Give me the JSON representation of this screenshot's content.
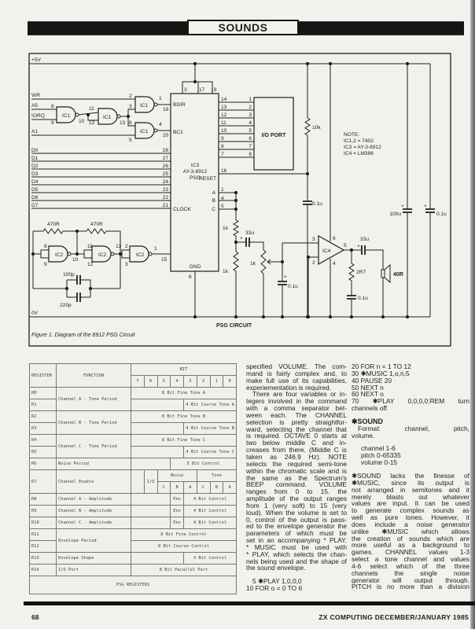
{
  "header": {
    "section": "SOUNDS"
  },
  "circuit": {
    "supply": "+5V",
    "ground": "0V",
    "title": "PSG CIRCUIT",
    "caption": "Figure 1. Diagram of the 8912 PSG Circuit",
    "inputs": [
      "WR",
      "A5",
      "IORQ",
      "A1"
    ],
    "data_bus": [
      "D0",
      "D1",
      "D2",
      "D3",
      "D4",
      "D5",
      "D6",
      "D7"
    ],
    "data_pins": [
      "28",
      "27",
      "26",
      "25",
      "24",
      "23",
      "22",
      "21"
    ],
    "ic3": {
      "name": "IC3",
      "part": "AY-3-8912",
      "type": "PSG",
      "bdir": "BDIR",
      "bc1": "BC1",
      "reset": "RESET",
      "clock": "CLOCK",
      "gnd": "GND",
      "a": "A",
      "b": "B",
      "c": "C"
    },
    "ic3_top_pins": [
      "3",
      "17",
      "19"
    ],
    "ic3_right_pins": [
      "14",
      "13",
      "12",
      "11",
      "10",
      "9",
      "8",
      "7"
    ],
    "ic3_other_pins": {
      "bdir": "18",
      "bc1": "20",
      "reset": "16",
      "a": "1",
      "b": "4",
      "c": "5",
      "gnd": "6",
      "clock": "15"
    },
    "io_port": "I/O PORT",
    "io_pins": [
      "1",
      "2",
      "3",
      "4",
      "5",
      "6",
      "7",
      "8"
    ],
    "ic1": "IC1",
    "ic2": "IC2",
    "ic4": "IC4",
    "ic1_pins": {
      "wr": "2",
      "g3in": "3",
      "g3out": "1",
      "a5": "8",
      "iorq": "9",
      "g1out": "10",
      "g2a": "11",
      "g2b": "12",
      "g2out": "13",
      "g4a": "6",
      "a1": "5",
      "g4out": "4"
    },
    "ic2_pins": {
      "p8": "8",
      "p9": "9",
      "p10": "10",
      "p11": "11",
      "p12": "12",
      "p13": "13",
      "p2": "2",
      "p3": "3",
      "p1": "1"
    },
    "ic4_pins": {
      "in_pos": "3",
      "in_neg": "2",
      "vcc": "6",
      "gnd": "4",
      "out": "5"
    },
    "components": {
      "r10k": "10k",
      "c01": "0.1u",
      "r470": "470R",
      "c100p": "100p",
      "c220p": "220p",
      "r1k": "1k",
      "c33u": "33u",
      "r2r7": "2R7",
      "c100u": "100u",
      "speaker": "40R",
      "plus": "+"
    },
    "note": [
      "NOTE:",
      "IC1,2 = 7402",
      "IC3 = AY-3-8912",
      "IC4 = LM386"
    ]
  },
  "table": {
    "headers": {
      "register": "REGISTER",
      "function": "FUNCTION",
      "bit": "BIT"
    },
    "bit_numbers": [
      "7",
      "6",
      "5",
      "4",
      "3",
      "2",
      "1",
      "0"
    ],
    "groups": [
      {
        "function": "Channel A - Tone Period",
        "registers": [
          {
            "reg": "R0",
            "fields": [
              {
                "bits": [
                  7,
                  0
                ],
                "text": "8 Bit Fine Tone A"
              }
            ]
          },
          {
            "reg": "R1",
            "fields": [
              {
                "bits": [
                  7,
                  4
                ],
                "text": ""
              },
              {
                "bits": [
                  3,
                  0
                ],
                "text": "4 Bit Course Tone A"
              }
            ]
          }
        ]
      },
      {
        "function": "Channel B - Tone Period",
        "registers": [
          {
            "reg": "R2",
            "fields": [
              {
                "bits": [
                  7,
                  0
                ],
                "text": "8 Bit Fine Tone B"
              }
            ]
          },
          {
            "reg": "R3",
            "fields": [
              {
                "bits": [
                  7,
                  4
                ],
                "text": ""
              },
              {
                "bits": [
                  3,
                  0
                ],
                "text": "4 Bit Course Tone B"
              }
            ]
          }
        ]
      },
      {
        "function": "Channel C - Tone Period",
        "registers": [
          {
            "reg": "R4",
            "fields": [
              {
                "bits": [
                  7,
                  0
                ],
                "text": "8 Bit Fine Tone C"
              }
            ]
          },
          {
            "reg": "R5",
            "fields": [
              {
                "bits": [
                  7,
                  4
                ],
                "text": ""
              },
              {
                "bits": [
                  3,
                  0
                ],
                "text": "4 Bit Course Tone C"
              }
            ]
          }
        ]
      },
      {
        "function": "Noise Period",
        "registers": [
          {
            "reg": "R6",
            "fields": [
              {
                "bits": [
                  7,
                  5
                ],
                "text": ""
              },
              {
                "bits": [
                  4,
                  0
                ],
                "text": "5 Bit Control"
              }
            ]
          }
        ]
      },
      {
        "function": "Channel Enable",
        "registers": [
          {
            "reg": "R7",
            "fields": [
              {
                "bits": [
                  7,
                  7
                ],
                "text": "",
                "tall": true
              },
              {
                "bits": [
                  6,
                  6
                ],
                "text": "I/O",
                "tall": true
              },
              {
                "bits": [
                  5,
                  3
                ],
                "text": "Noise"
              },
              {
                "bits": [
                  2,
                  0
                ],
                "text": "Tone"
              }
            ],
            "subfields": [
              "C",
              "B",
              "A",
              "C",
              "B",
              "A"
            ]
          }
        ]
      },
      {
        "function": "Channel A - Amplitude",
        "registers": [
          {
            "reg": "R8",
            "fields": [
              {
                "bits": [
                  7,
                  5
                ],
                "text": ""
              },
              {
                "bits": [
                  4,
                  4
                ],
                "text": "Env"
              },
              {
                "bits": [
                  3,
                  0
                ],
                "text": "4 Bit Control"
              }
            ]
          }
        ]
      },
      {
        "function": "Channel B - Amplitude",
        "registers": [
          {
            "reg": "R9",
            "fields": [
              {
                "bits": [
                  7,
                  5
                ],
                "text": ""
              },
              {
                "bits": [
                  4,
                  4
                ],
                "text": "Env"
              },
              {
                "bits": [
                  3,
                  0
                ],
                "text": "4 Bit Control"
              }
            ]
          }
        ]
      },
      {
        "function": "Channel C - Amplitude",
        "registers": [
          {
            "reg": "R10",
            "fields": [
              {
                "bits": [
                  7,
                  5
                ],
                "text": ""
              },
              {
                "bits": [
                  4,
                  4
                ],
                "text": "Env"
              },
              {
                "bits": [
                  3,
                  0
                ],
                "text": "4 Bit Control"
              }
            ]
          }
        ]
      },
      {
        "function": "Envelope Period",
        "registers": [
          {
            "reg": "R11",
            "fields": [
              {
                "bits": [
                  7,
                  0
                ],
                "text": "8 Bit Fine Control"
              }
            ]
          },
          {
            "reg": "R12",
            "fields": [
              {
                "bits": [
                  7,
                  0
                ],
                "text": "8 Bit Course Control"
              }
            ]
          }
        ]
      },
      {
        "function": "Envelope Shape",
        "registers": [
          {
            "reg": "R13",
            "fields": [
              {
                "bits": [
                  7,
                  4
                ],
                "text": ""
              },
              {
                "bits": [
                  3,
                  0
                ],
                "text": "4 Bit Control"
              }
            ]
          }
        ]
      },
      {
        "function": "I/O Port",
        "registers": [
          {
            "reg": "R14",
            "fields": [
              {
                "bits": [
                  7,
                  0
                ],
                "text": "8 Bit Parallel Port"
              }
            ]
          }
        ]
      }
    ],
    "caption": "PSG REGISTERS"
  },
  "article": {
    "column1": [
      {
        "t": "specified VOLUME. The com-"
      },
      {
        "t": "mand is fairly complex and, to"
      },
      {
        "t": "make full use of its capabilities,"
      },
      {
        "t": "experiementation is required.",
        "last": true
      },
      {
        "t": "There are four variables or in-",
        "indent": true
      },
      {
        "t": "tegers involved in the command"
      },
      {
        "t": "with a comma separator bet-"
      },
      {
        "t": "ween each. The CHANNEL"
      },
      {
        "t": "selection is pretty straightfor-"
      },
      {
        "t": "ward, selecting the channel that"
      },
      {
        "t": "is required. OCTAVE 0 starts at"
      },
      {
        "t": "two below middle C and in-"
      },
      {
        "t": "creases from there. (Middle C is"
      },
      {
        "t": "taken as 246.9 Hz). NOTE"
      },
      {
        "t": "selects the required semi-tone"
      },
      {
        "t": "within the chromatic scale and is"
      },
      {
        "t": "the same as the Spectrum's"
      },
      {
        "t": "BEEP command. VOLUME"
      },
      {
        "t": "ranges from 0 to 15. the"
      },
      {
        "t": "amplitude of the output ranges"
      },
      {
        "t": "from 1 (very soft) to 15 (very"
      },
      {
        "t": "loud). When the volume is set to"
      },
      {
        "t": "0, control of the output is pass-"
      },
      {
        "t": "ed to the envelope generator the"
      },
      {
        "t": "parameters of which must be"
      },
      {
        "t": "set in an accompanying * PLAY."
      },
      {
        "t": "* MUSIC must be used with"
      },
      {
        "t": "* PLAY, which selects the chan-"
      },
      {
        "t": "nels being used and the shape of"
      },
      {
        "t": "the sound envelope.",
        "last": true
      },
      {
        "t": "",
        "blank": true
      },
      {
        "t": "5 ✱PLAY 1,0,0,0",
        "last": true,
        "indent": true
      },
      {
        "t": "10 FOR o = 0 TO 6",
        "last": true
      }
    ],
    "column2": [
      {
        "t": "20 FOR n = 1 TO 12",
        "last": true
      },
      {
        "t": "30 ✱MUSIC 1,o,n,5",
        "last": true
      },
      {
        "t": "40 PAUSE 20",
        "last": true
      },
      {
        "t": "50 NEXT n",
        "last": true
      },
      {
        "t": "60 NEXT o",
        "last": true
      },
      {
        "t": "70 ✱PLAY 0,0,0,0:REM turn"
      },
      {
        "t": "channels off",
        "last": true
      },
      {
        "t": "",
        "blank": true
      },
      {
        "t": "✱SOUND",
        "last": true,
        "bold": true
      },
      {
        "t": "Format: channel, pitch,",
        "indent": true
      },
      {
        "t": "volume.",
        "last": true
      },
      {
        "t": "",
        "blank": true
      },
      {
        "t": "channel 1-6",
        "last": true,
        "indent2": true
      },
      {
        "t": "pitch 0-65335",
        "last": true,
        "indent2": true
      },
      {
        "t": "volume 0-15",
        "last": true,
        "indent2": true
      },
      {
        "t": "",
        "blank": true
      },
      {
        "t": "✱SOUND lacks the finesse of"
      },
      {
        "t": "✱MUSIC, since its output is"
      },
      {
        "t": "not arranged in semitones and it"
      },
      {
        "t": "merely blasts out whatever"
      },
      {
        "t": "values are input. It can be used"
      },
      {
        "t": "to generate complex sounds as"
      },
      {
        "t": "well as pure tones. However, it"
      },
      {
        "t": "does include a noise generator"
      },
      {
        "t": "unlike ✱MUSIC which allows"
      },
      {
        "t": "the creation of sounds which are"
      },
      {
        "t": "more useful as a background to"
      },
      {
        "t": "games. CHANNEL values 1-3"
      },
      {
        "t": "select a tone channel and values"
      },
      {
        "t": "4-6 select which of the three"
      },
      {
        "t": "channels the single noise"
      },
      {
        "t": "generator will output through."
      },
      {
        "t": "PITCH is no more than a division"
      }
    ]
  },
  "footer": {
    "page_number": "68",
    "publication": "ZX COMPUTING DECEMBER/JANUARY 1985"
  }
}
